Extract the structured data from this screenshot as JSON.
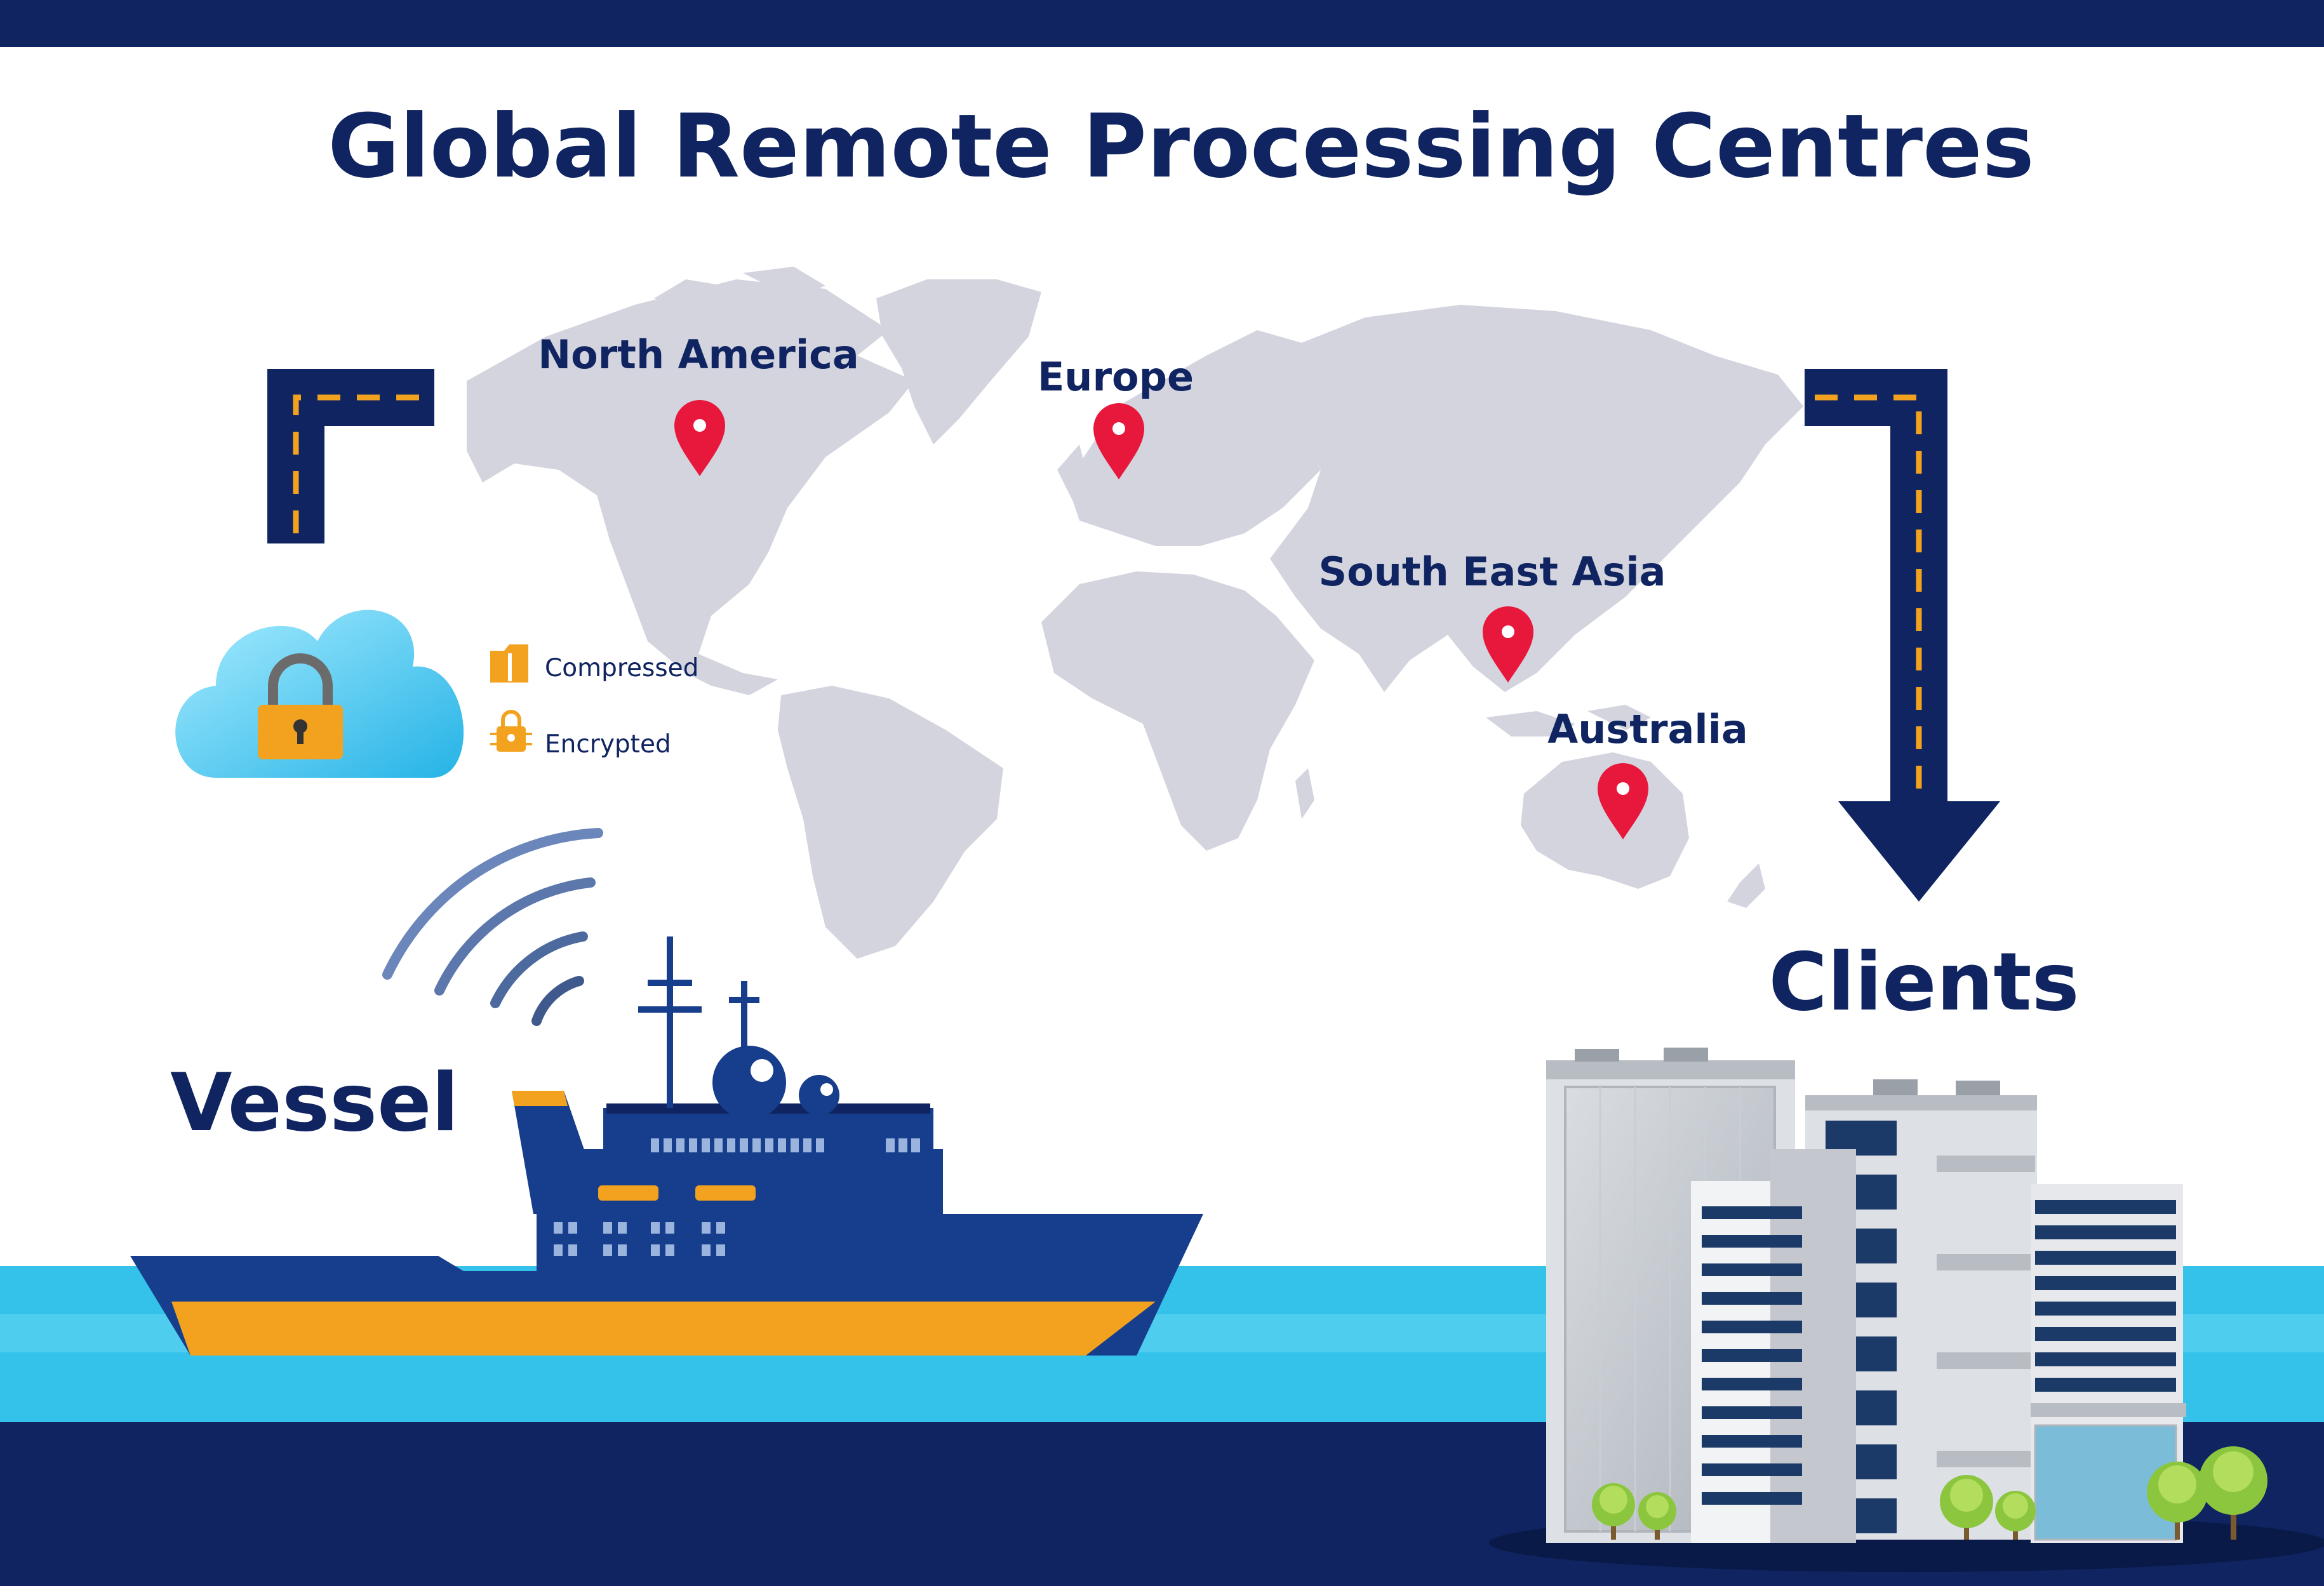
{
  "title": "Global Remote Processing Centres",
  "regions": [
    {
      "name": "North America"
    },
    {
      "name": "Europe"
    },
    {
      "name": "South East Asia"
    },
    {
      "name": "Australia"
    }
  ],
  "data_properties": [
    {
      "label": "Compressed",
      "icon": "folder-zip-icon"
    },
    {
      "label": "Encrypted",
      "icon": "padlock-circuit-icon"
    }
  ],
  "labels": {
    "vessel": "Vessel",
    "clients": "Clients"
  },
  "colors": {
    "navy": "#0f2460",
    "accent_orange": "#f2a21e",
    "pin_red": "#e8173c",
    "map_grey": "#d3d4de",
    "sea_blue": "#35c2ea"
  }
}
